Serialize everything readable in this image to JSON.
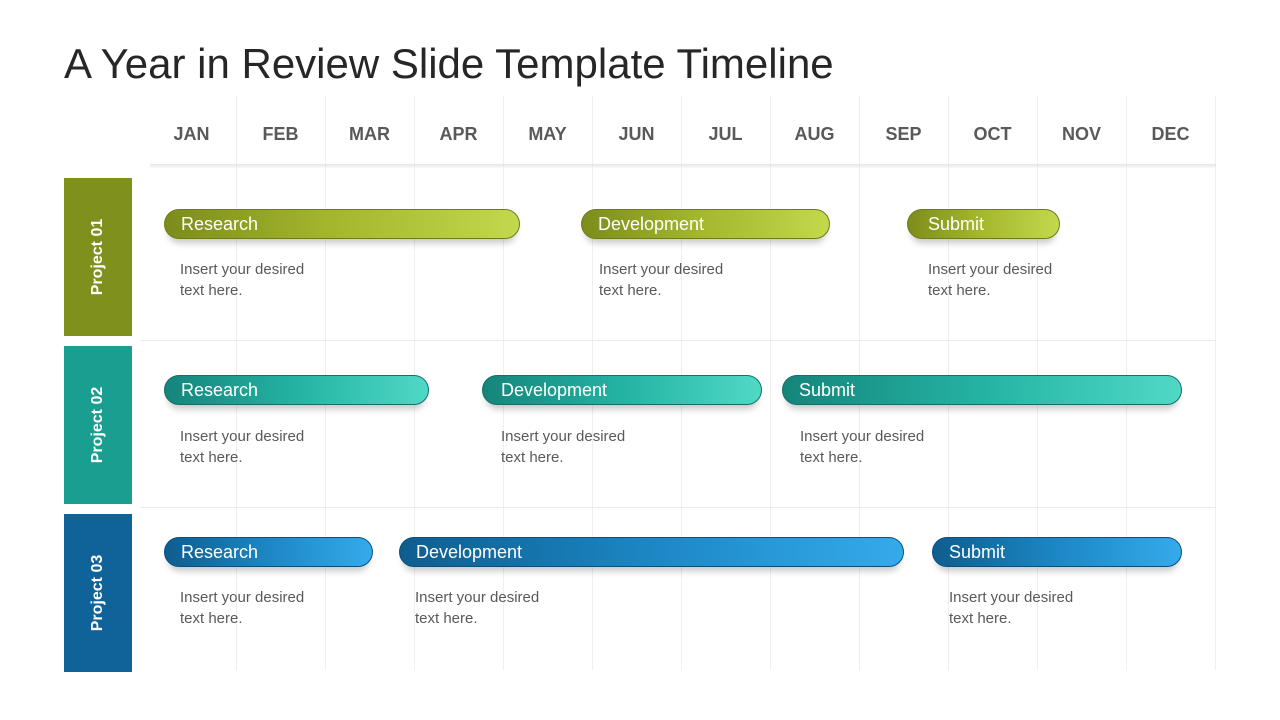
{
  "title": "A Year in Review Slide Template Timeline",
  "months": [
    "JAN",
    "FEB",
    "MAR",
    "APR",
    "MAY",
    "JUN",
    "JUL",
    "AUG",
    "SEP",
    "OCT",
    "NOV",
    "DEC"
  ],
  "projects": [
    {
      "label": "Project 01",
      "color": "#7f901d",
      "tasks": [
        {
          "name": "Research",
          "desc1": "Insert your desired",
          "desc2": "text here."
        },
        {
          "name": "Development",
          "desc1": "Insert your desired",
          "desc2": "text here."
        },
        {
          "name": "Submit",
          "desc1": "Insert your desired",
          "desc2": "text here."
        }
      ]
    },
    {
      "label": "Project 02",
      "color": "#1a9e8f",
      "tasks": [
        {
          "name": "Research",
          "desc1": "Insert your desired",
          "desc2": "text here."
        },
        {
          "name": "Development",
          "desc1": "Insert your desired",
          "desc2": "text here."
        },
        {
          "name": "Submit",
          "desc1": "Insert your desired",
          "desc2": "text here."
        }
      ]
    },
    {
      "label": "Project 03",
      "color": "#0f6399",
      "tasks": [
        {
          "name": "Research",
          "desc1": "Insert your desired",
          "desc2": "text here."
        },
        {
          "name": "Development",
          "desc1": "Insert your desired",
          "desc2": "text here."
        },
        {
          "name": "Submit",
          "desc1": "Insert your desired",
          "desc2": "text here."
        }
      ]
    }
  ]
}
